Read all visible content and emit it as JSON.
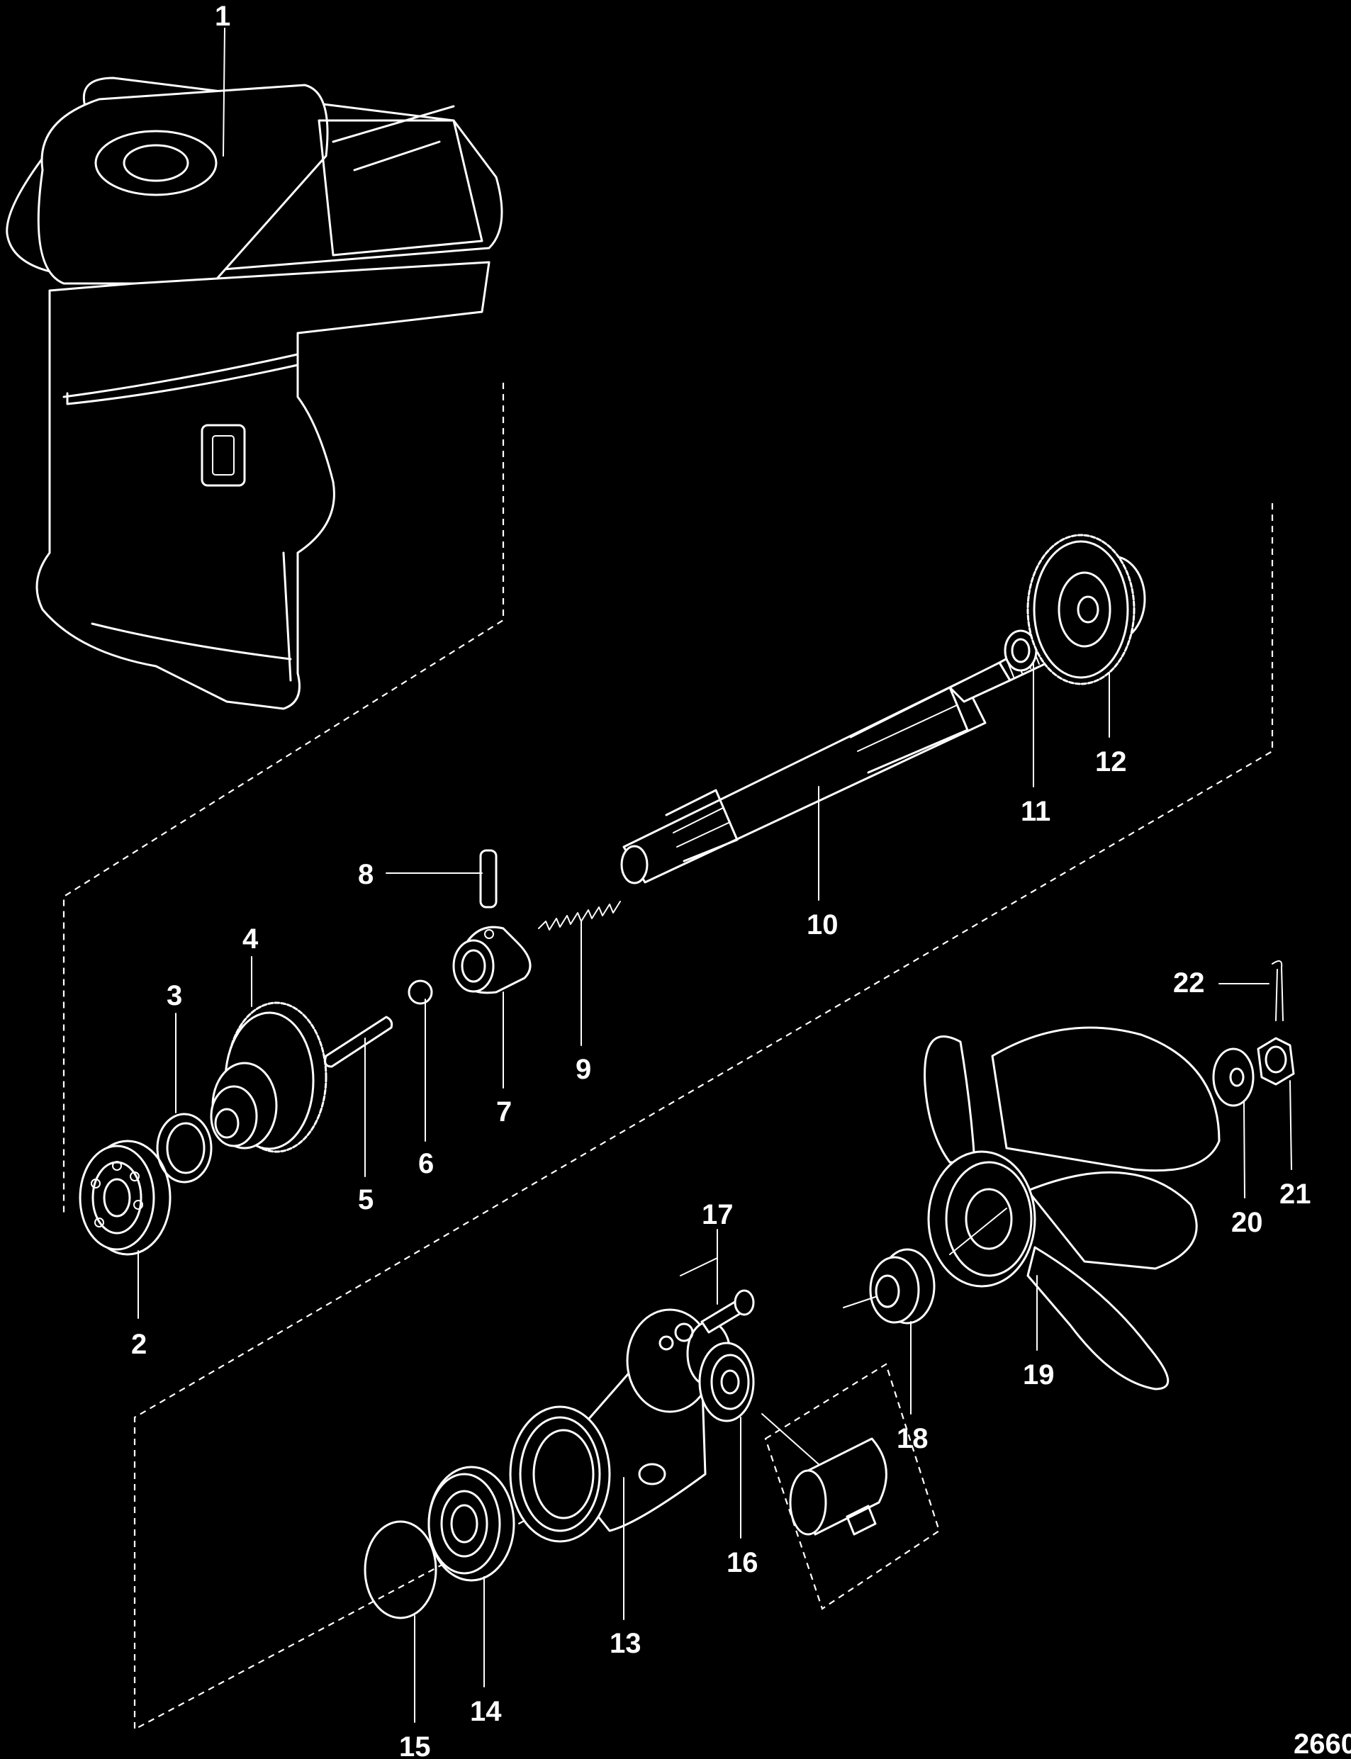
{
  "figure": {
    "reference_number": "2660",
    "callouts": [
      "1",
      "2",
      "3",
      "4",
      "5",
      "6",
      "7",
      "8",
      "9",
      "10",
      "11",
      "12",
      "13",
      "14",
      "15",
      "16",
      "17",
      "18",
      "19",
      "20",
      "21",
      "22"
    ]
  },
  "colors": {
    "background": "#000000",
    "lineart": "#ffffff"
  }
}
